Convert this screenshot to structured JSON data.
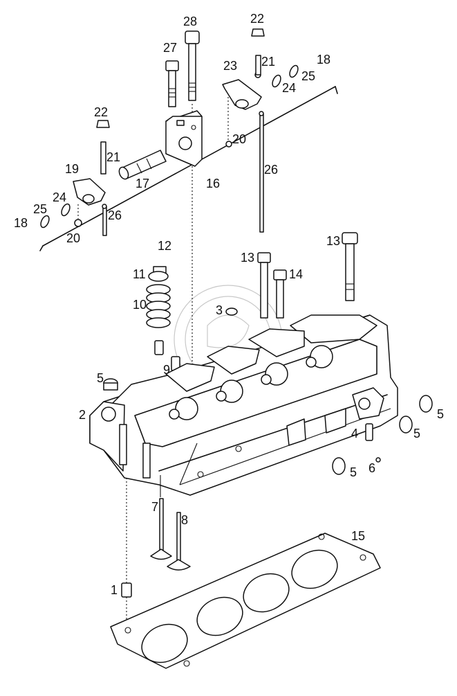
{
  "diagram": {
    "type": "exploded-parts-view",
    "subject": "cylinder head assembly",
    "line_color": "#111111",
    "background": "#ffffff"
  },
  "callouts": {
    "c1": "1",
    "c2": "2",
    "c3": "3",
    "c4": "4",
    "c5a": "5",
    "c5b": "5",
    "c5c": "5",
    "c5d": "5",
    "c6": "6",
    "c7": "7",
    "c8": "8",
    "c9": "9",
    "c10": "10",
    "c11": "11",
    "c12": "12",
    "c13a": "13",
    "c13b": "13",
    "c14": "14",
    "c15": "15",
    "c16": "16",
    "c17": "17",
    "c18a": "18",
    "c18b": "18",
    "c19": "19",
    "c20a": "20",
    "c20b": "20",
    "c21a": "21",
    "c21b": "21",
    "c22a": "22",
    "c22b": "22",
    "c23": "23",
    "c24a": "24",
    "c24b": "24",
    "c25a": "25",
    "c25b": "25",
    "c26a": "26",
    "c26b": "26",
    "c27": "27",
    "c28": "28"
  }
}
